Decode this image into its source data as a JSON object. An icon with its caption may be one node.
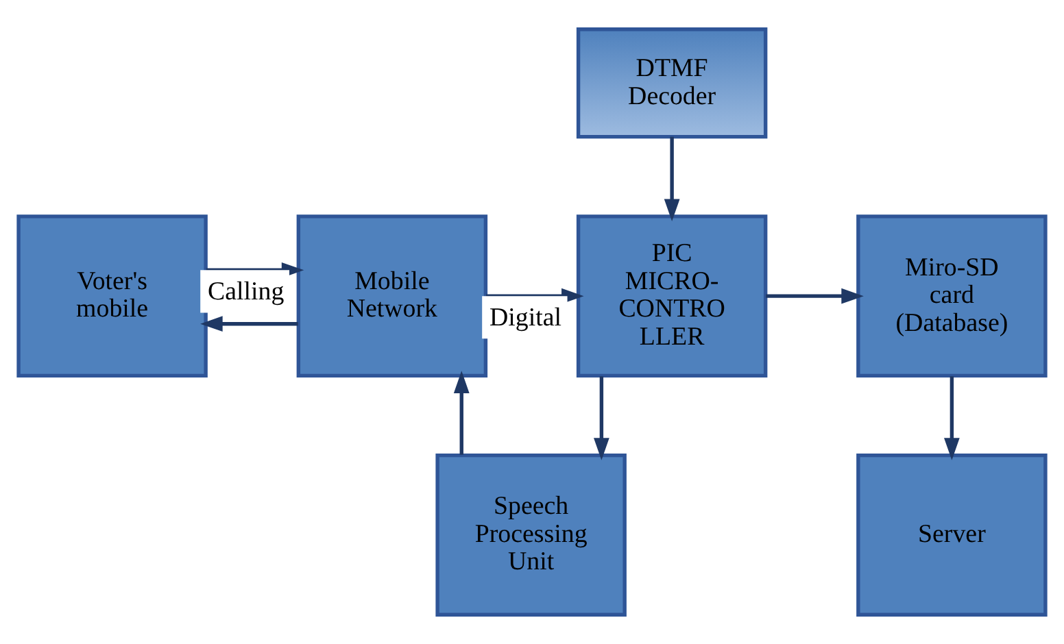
{
  "diagram": {
    "nodes": [
      {
        "text": [
          "Voter's mobile"
        ]
      },
      {
        "text": [
          "Mobile Network"
        ]
      },
      {
        "text": [
          "DTMF Decoder"
        ]
      },
      {
        "text": [
          "PIC MICRO- CONTRO LLER"
        ]
      },
      {
        "text": [
          "Miro-SD card (Database)"
        ]
      },
      {
        "text": [
          "Speech Processing Unit"
        ]
      },
      {
        "text": [
          "Server"
        ]
      }
    ],
    "edges": [
      {
        "from": 0,
        "to": 1,
        "arrow": "to",
        "label": "Calling"
      },
      {
        "from": 1,
        "to": 0,
        "arrow": "to"
      },
      {
        "from": 1,
        "to": 3,
        "arrow": "to",
        "label": "Digital"
      },
      {
        "from": 2,
        "to": 3,
        "arrow": "to"
      },
      {
        "from": 3,
        "to": 4,
        "arrow": "to"
      },
      {
        "from": 3,
        "to": 5,
        "arrow": "to"
      },
      {
        "from": 5,
        "to": 1,
        "arrow": "to"
      },
      {
        "from": 4,
        "to": 6,
        "arrow": "to"
      }
    ]
  }
}
